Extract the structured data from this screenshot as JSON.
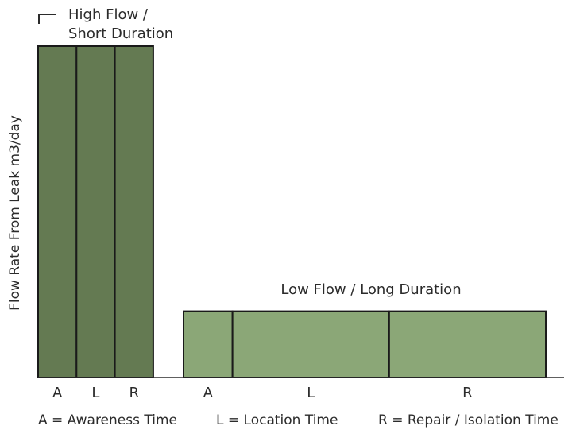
{
  "y_axis_label": "Flow Rate From Leak m3/day",
  "high_flow": {
    "label_line1": "High Flow /",
    "label_line2": "Short Duration",
    "color": "#647a52",
    "segments": [
      {
        "letter": "A",
        "duration": 1
      },
      {
        "letter": "L",
        "duration": 1
      },
      {
        "letter": "R",
        "duration": 1
      }
    ],
    "relative_flow": 1.0
  },
  "low_flow": {
    "label": "Low Flow / Long Duration",
    "color": "#8ba777",
    "segments": [
      {
        "letter": "A",
        "duration": 1.25
      },
      {
        "letter": "L",
        "duration": 4
      },
      {
        "letter": "R",
        "duration": 4
      }
    ],
    "relative_flow": 0.2
  },
  "legend": {
    "awareness": "A = Awareness Time",
    "location": "L = Location Time",
    "repair": "R = Repair / Isolation Time"
  },
  "colors": {
    "axis": "#2b2b2b",
    "divider": "#1a1a1a"
  }
}
